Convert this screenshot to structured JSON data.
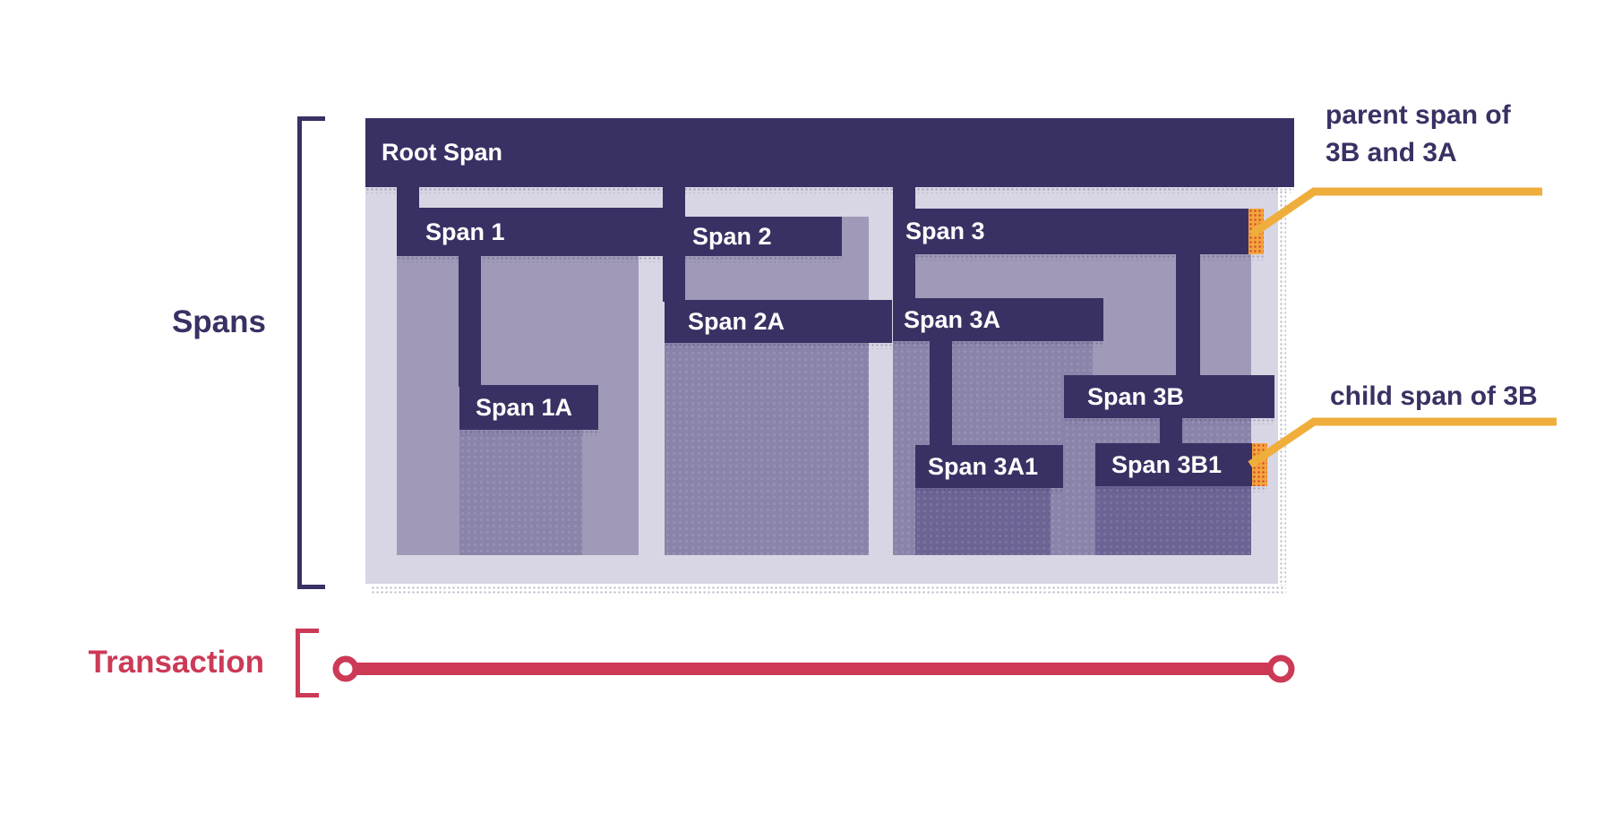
{
  "diagram": {
    "spans": {
      "root": "Root Span",
      "span1": "Span 1",
      "span1a": "Span 1A",
      "span2": "Span 2",
      "span2a": "Span 2A",
      "span3": "Span 3",
      "span3a": "Span 3A",
      "span3a1": "Span 3A1",
      "span3b": "Span 3B",
      "span3b1": "Span 3B1"
    },
    "annotations": {
      "parent_line1": "parent span of",
      "parent_line2": "3B and 3A",
      "child": "child span of 3B"
    },
    "axis_labels": {
      "spans": "Spans",
      "transaction": "Transaction"
    }
  },
  "colors": {
    "ink": "#393163",
    "bar": "#393163",
    "panel": "#D8D6E4",
    "body1": "#A09AB8",
    "body2": "#8A84AA",
    "body3": "#6B6494",
    "orange": "#F3A53B",
    "orange-dot": "#D8572F",
    "yellow": "#EFAE3C",
    "crimson": "#CC3A56",
    "white": "#FFFFFF"
  }
}
